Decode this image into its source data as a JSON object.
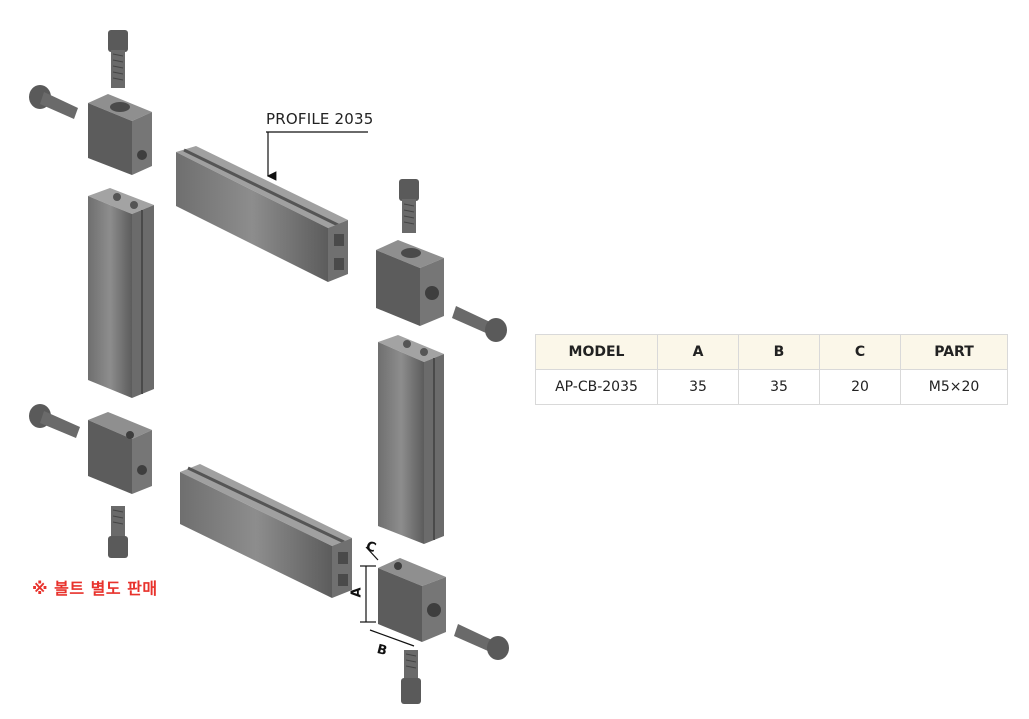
{
  "diagram": {
    "callout_label": "PROFILE 2035",
    "note": "※ 볼트 별도 판매",
    "dimension_labels": {
      "a": "A",
      "b": "B",
      "c": "C"
    }
  },
  "spec_table": {
    "headers": [
      "MODEL",
      "A",
      "B",
      "C",
      "PART"
    ],
    "rows": [
      [
        "AP-CB-2035",
        "35",
        "35",
        "20",
        "M5×20"
      ]
    ]
  },
  "colors": {
    "part_dark": "#5d5d5d",
    "part_mid": "#7a7a7a",
    "part_light": "#9c9c9c",
    "note_red": "#e8322c",
    "table_header_bg": "#fbf7e9"
  },
  "icons": [
    "socket-bolt-icon",
    "corner-block-icon",
    "aluminum-profile-icon"
  ]
}
